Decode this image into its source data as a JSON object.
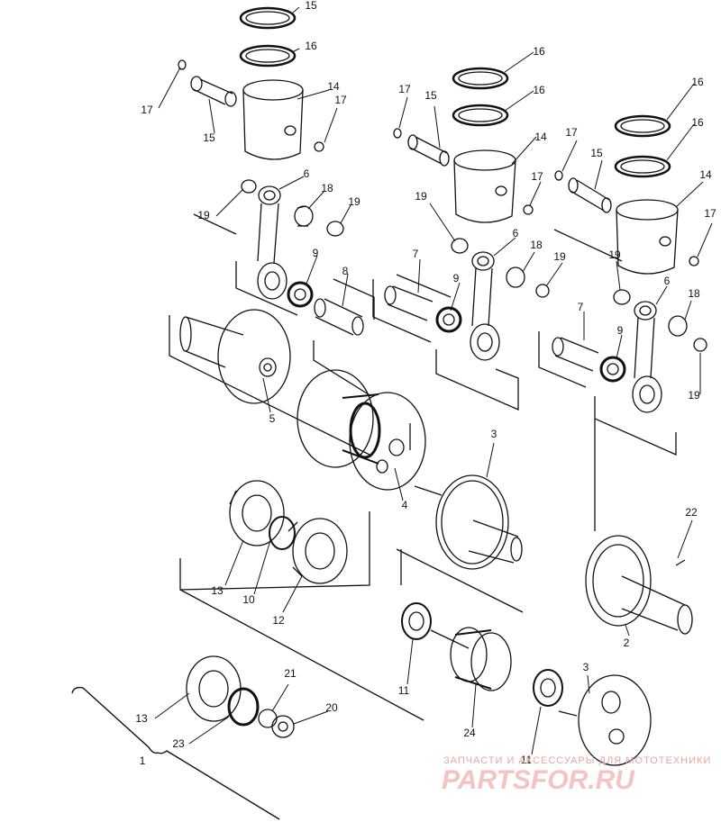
{
  "diagram": {
    "callouts": [
      {
        "id": "c1",
        "text": "15"
      },
      {
        "id": "c2",
        "text": "16"
      },
      {
        "id": "c3",
        "text": "17"
      },
      {
        "id": "c4",
        "text": "15"
      },
      {
        "id": "c5",
        "text": "14"
      },
      {
        "id": "c6",
        "text": "17"
      },
      {
        "id": "c7",
        "text": "6"
      },
      {
        "id": "c8",
        "text": "18"
      },
      {
        "id": "c9",
        "text": "19"
      },
      {
        "id": "c10",
        "text": "19"
      },
      {
        "id": "c11",
        "text": "9"
      },
      {
        "id": "c12",
        "text": "8"
      },
      {
        "id": "c13",
        "text": "5"
      },
      {
        "id": "c14",
        "text": "16"
      },
      {
        "id": "c15",
        "text": "16"
      },
      {
        "id": "c16",
        "text": "17"
      },
      {
        "id": "c17",
        "text": "15"
      },
      {
        "id": "c18",
        "text": "14"
      },
      {
        "id": "c19",
        "text": "17"
      },
      {
        "id": "c20",
        "text": "19"
      },
      {
        "id": "c21",
        "text": "6"
      },
      {
        "id": "c22",
        "text": "18"
      },
      {
        "id": "c23",
        "text": "19"
      },
      {
        "id": "c24",
        "text": "7"
      },
      {
        "id": "c25",
        "text": "9"
      },
      {
        "id": "c26",
        "text": "4"
      },
      {
        "id": "c27",
        "text": "3"
      },
      {
        "id": "c28",
        "text": "16"
      },
      {
        "id": "c29",
        "text": "16"
      },
      {
        "id": "c30",
        "text": "17"
      },
      {
        "id": "c31",
        "text": "15"
      },
      {
        "id": "c32",
        "text": "14"
      },
      {
        "id": "c33",
        "text": "17"
      },
      {
        "id": "c34",
        "text": "19"
      },
      {
        "id": "c35",
        "text": "6"
      },
      {
        "id": "c36",
        "text": "18"
      },
      {
        "id": "c37",
        "text": "7"
      },
      {
        "id": "c38",
        "text": "9"
      },
      {
        "id": "c39",
        "text": "19"
      },
      {
        "id": "c40",
        "text": "22"
      },
      {
        "id": "c41",
        "text": "2"
      },
      {
        "id": "c42",
        "text": "13"
      },
      {
        "id": "c43",
        "text": "10"
      },
      {
        "id": "c44",
        "text": "12"
      },
      {
        "id": "c45",
        "text": "11"
      },
      {
        "id": "c46",
        "text": "24"
      },
      {
        "id": "c47",
        "text": "3"
      },
      {
        "id": "c48",
        "text": "11"
      },
      {
        "id": "c49",
        "text": "13"
      },
      {
        "id": "c50",
        "text": "21"
      },
      {
        "id": "c51",
        "text": "20"
      },
      {
        "id": "c52",
        "text": "23"
      },
      {
        "id": "c53",
        "text": "1"
      }
    ]
  },
  "watermark": {
    "line1": "ЗАПЧАСТИ И АКСЕССУАРЫ ДЛЯ МОТОТЕХНИКИ",
    "line2": "PARTSFOR.RU"
  },
  "colors": {
    "ink": "#111111",
    "paper": "#ffffff",
    "watermark": "#e39a9a"
  }
}
